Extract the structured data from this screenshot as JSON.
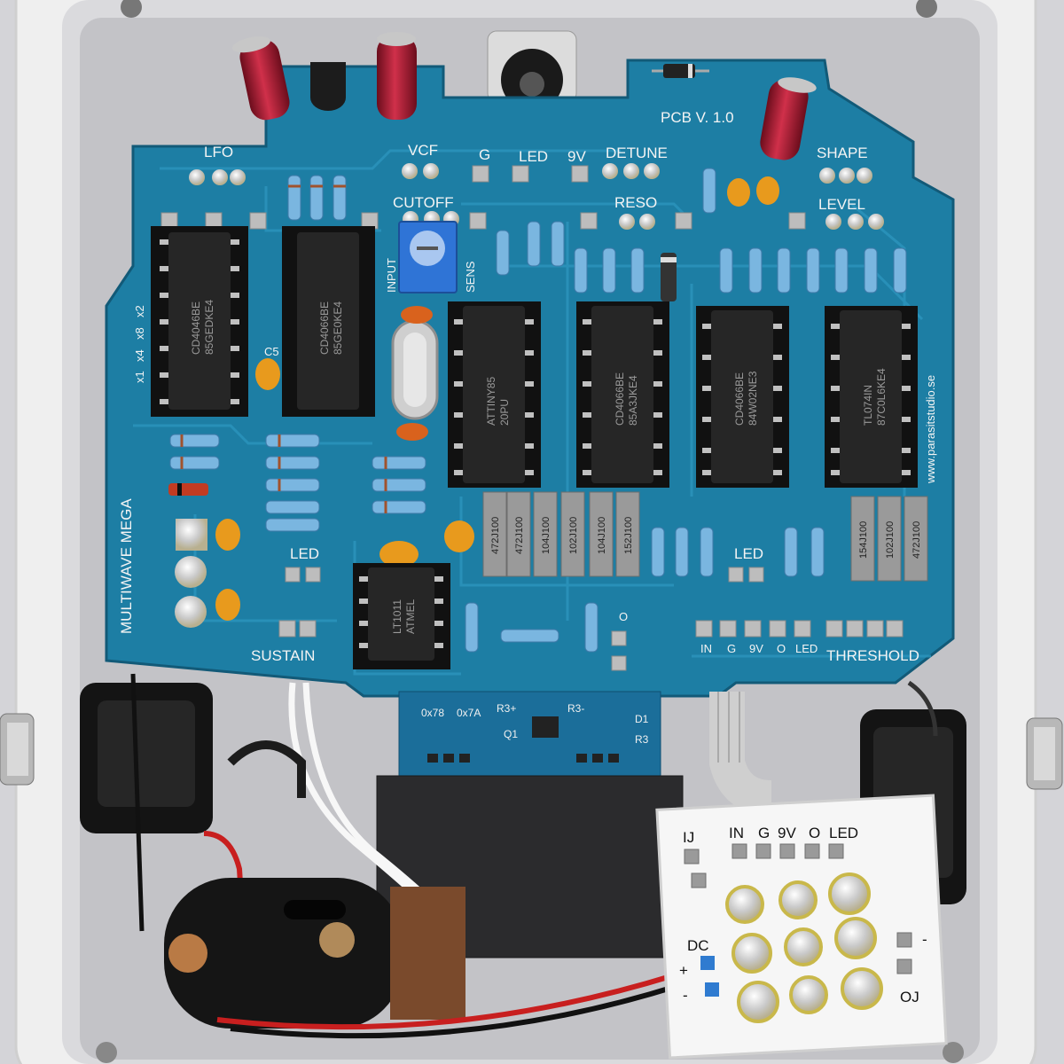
{
  "main_pcb": {
    "version": "PCB V. 1.0",
    "name": "MULTIWAVE MEGA",
    "website": "www.parasitstudio.se",
    "labels": {
      "lfo": "LFO",
      "vcf": "VCF",
      "g": "G",
      "led": "LED",
      "nine_v": "9V",
      "detune": "DETUNE",
      "shape": "SHAPE",
      "cutoff": "CUTOFF",
      "reso": "RESO",
      "level": "LEVEL",
      "input": "INPUT",
      "sens": "SENS",
      "sustain": "SUSTAIN",
      "threshold": "THRESHOLD",
      "led_left": "LED",
      "led_right": "LED",
      "c5": "C5",
      "o": "O"
    },
    "bottom_row": [
      "IN",
      "G",
      "9V",
      "O",
      "LED"
    ],
    "side_switch": [
      "x2",
      "x8",
      "x4",
      "x1"
    ],
    "chips": [
      {
        "line1": "CD4046BE",
        "line2": "85GEDKE4"
      },
      {
        "line1": "CD4066BE",
        "line2": "85GE0KE4"
      },
      {
        "line1": "ATTINY85",
        "line2": "20PU"
      },
      {
        "line1": "CD4066BE",
        "line2": "85A3JKE4"
      },
      {
        "line1": "CD4066BE",
        "line2": "84W02NE3"
      },
      {
        "line1": "TL074IN",
        "line2": "87C0L6KE4"
      },
      {
        "line1": "LT1011",
        "line2": "ATMEL"
      }
    ],
    "film_caps": [
      "472J100",
      "472J100",
      "104J100",
      "102J100",
      "104J100",
      "152J100",
      "154J100",
      "102J100",
      "472J100"
    ]
  },
  "daughter_board": {
    "labels": [
      "0x78",
      "0x7A",
      "R3+",
      "R3-",
      "D1",
      "Q1",
      "R3"
    ]
  },
  "white_board": {
    "top_row": [
      "IN",
      "G",
      "9V",
      "O",
      "LED"
    ],
    "ij": "IJ",
    "dc": "DC",
    "plus": "+",
    "minus": "-",
    "oj": "OJ",
    "minus_right": "-"
  },
  "colors": {
    "pcb": "#1d7ea4",
    "enclosure": "#ececec",
    "white_board": "#f6f6f6"
  }
}
